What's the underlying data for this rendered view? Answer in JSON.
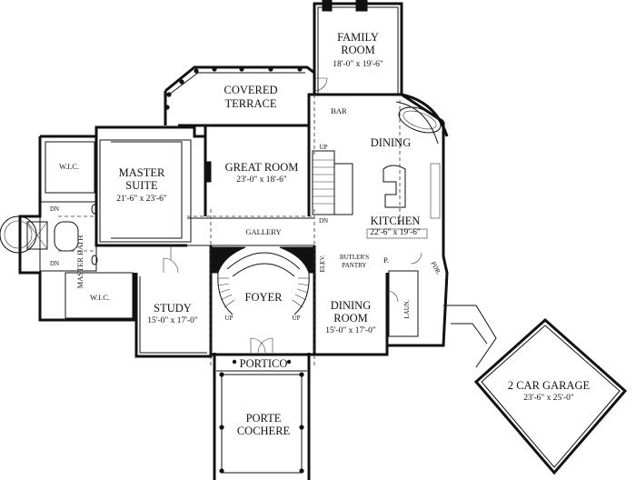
{
  "rooms": {
    "family_room": {
      "name_line1": "FAMILY",
      "name_line2": "ROOM",
      "dims": "18'-0\" x 19'-6\""
    },
    "covered_terrace": {
      "name_line1": "COVERED",
      "name_line2": "TERRACE"
    },
    "bar": {
      "name": "BAR"
    },
    "dining": {
      "name": "DINING"
    },
    "great_room": {
      "name": "GREAT ROOM",
      "dims": "23'-0\" x 18'-6\""
    },
    "master_suite": {
      "name_line1": "MASTER",
      "name_line2": "SUITE",
      "dims": "21'-6\" x 23'-6\""
    },
    "wic_top": {
      "name": "W.I.C."
    },
    "wic_bottom": {
      "name": "W.I.C."
    },
    "master_bath": {
      "name": "MASTER BATH"
    },
    "kitchen": {
      "name": "KITCHEN",
      "dims": "22'-6\" x 19'-6\""
    },
    "gallery": {
      "name": "GALLERY"
    },
    "elev": {
      "name": "ELEV."
    },
    "butlers_pantry": {
      "name_line1": "BUTLER'S",
      "name_line2": "PANTRY"
    },
    "pantry": {
      "name": "P."
    },
    "pdr": {
      "name": "PDR."
    },
    "laun": {
      "name": "LAUN."
    },
    "foyer": {
      "name": "FOYER"
    },
    "study": {
      "name": "STUDY",
      "dims": "15'-0\" x 17'-0\""
    },
    "dining_room": {
      "name_line1": "DINING",
      "name_line2": "ROOM",
      "dims": "15'-0\" x 17'-0\""
    },
    "portico": {
      "name": "PORTICO"
    },
    "porte_cochere": {
      "name_line1": "PORTE",
      "name_line2": "COCHERE"
    },
    "garage": {
      "name": "2 CAR GARAGE",
      "dims": "23'-6\" x 25'-0\""
    }
  },
  "stair_notes": {
    "up_main": "UP",
    "dn_main": "DN",
    "up_foyer_left": "UP",
    "up_foyer_right": "UP",
    "dn_bath_top": "DN",
    "dn_bath_bottom": "DN"
  }
}
